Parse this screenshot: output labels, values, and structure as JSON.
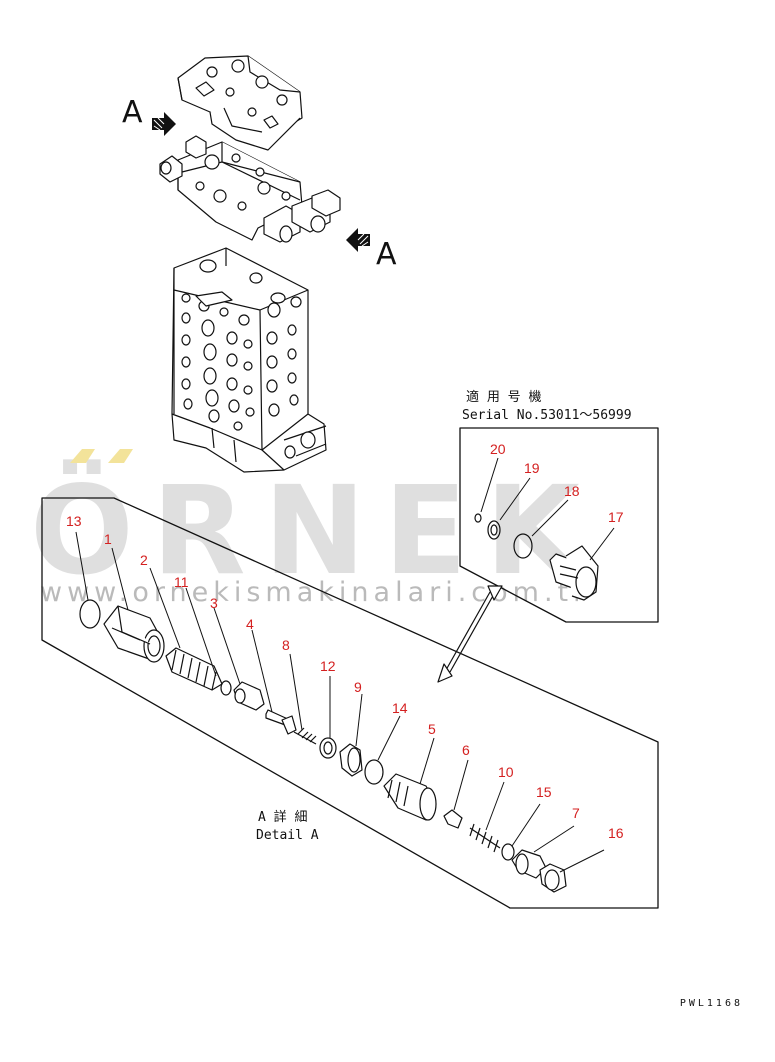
{
  "view_markers": {
    "arrow_left": "A",
    "arrow_right": "A"
  },
  "serial_box": {
    "label_jp": "適 用 号 機",
    "label_en": "Serial No.53011～56999"
  },
  "detail": {
    "label_jp": "A 詳 細",
    "label_en": "Detail A"
  },
  "callouts": [
    "13",
    "1",
    "2",
    "11",
    "3",
    "4",
    "8",
    "12",
    "9",
    "14",
    "5",
    "6",
    "10",
    "15",
    "7",
    "16",
    "20",
    "19",
    "18",
    "17"
  ],
  "watermark": {
    "brand": "ÖRNEK",
    "url": "www.ornekismakinalari.com.tr"
  },
  "drawing_code": "PWL1168",
  "colors": {
    "callout": "#d42020",
    "line": "#111111",
    "watermark": "#9a9a9a",
    "accent": "#f3e39a"
  }
}
